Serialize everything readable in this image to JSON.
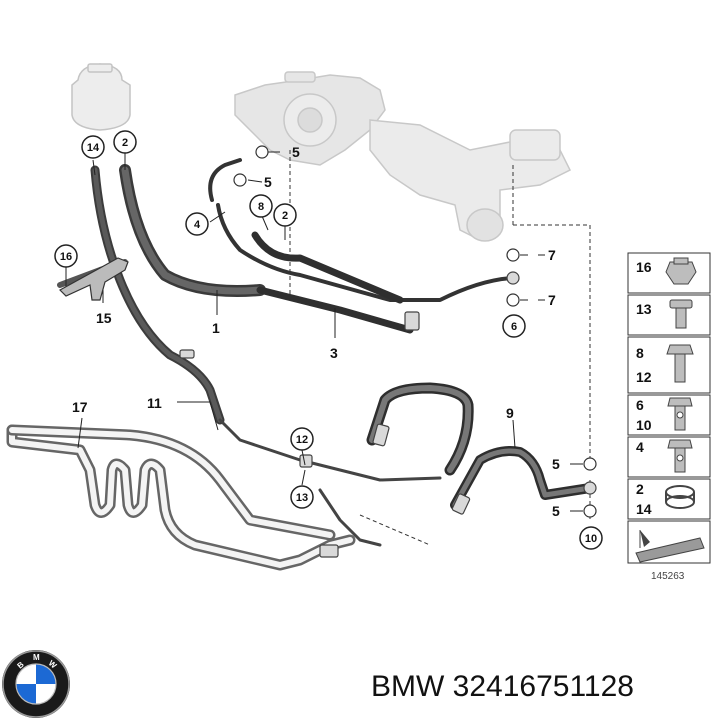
{
  "callouts": {
    "c14": "14",
    "c2a": "2",
    "c5a": "5",
    "c5b": "5",
    "c4": "4",
    "c8": "8",
    "c2b": "2",
    "c16": "16",
    "c15": "15",
    "c1": "1",
    "c3": "3",
    "c7a": "7",
    "c7b": "7",
    "c6": "6",
    "c17": "17",
    "c11": "11",
    "c12": "12",
    "c13": "13",
    "c9": "9",
    "c5c": "5",
    "c5d": "5",
    "c10": "10"
  },
  "legend": [
    {
      "top": "16",
      "bottom": ""
    },
    {
      "top": "13",
      "bottom": ""
    },
    {
      "top": "8",
      "bottom": "12"
    },
    {
      "top": "6",
      "bottom": "10"
    },
    {
      "top": "4",
      "bottom": ""
    },
    {
      "top": "2",
      "bottom": "14"
    }
  ],
  "reference_number": "145263",
  "caption": "BMW 32416751128",
  "logo": {
    "brand": "BMW",
    "letters": "BMW",
    "blue": "#1c69d4"
  }
}
